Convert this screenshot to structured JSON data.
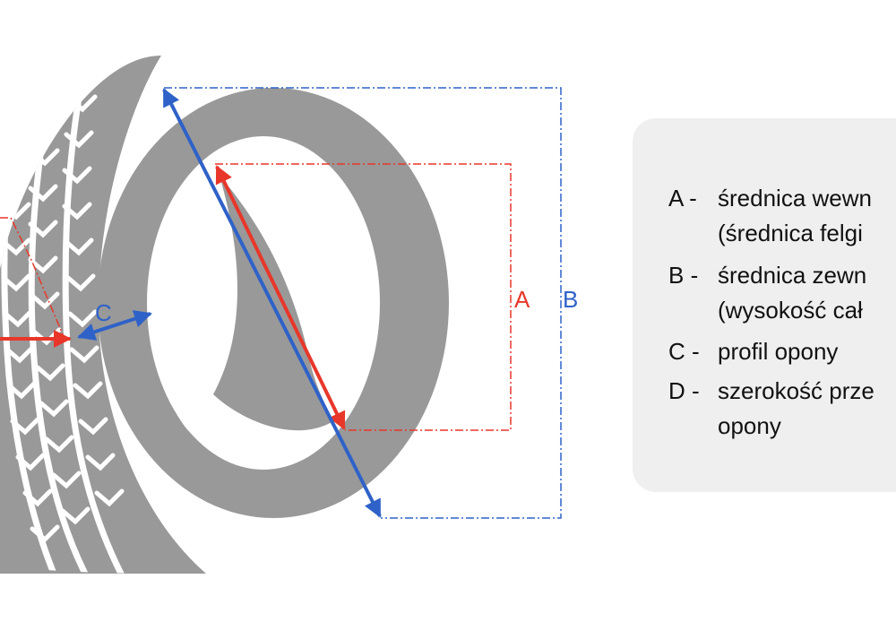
{
  "diagram": {
    "labels": {
      "A": "A",
      "B": "B",
      "C": "C"
    },
    "colors": {
      "tire": "#999999",
      "tread_groove": "#ffffff",
      "red": "#e8372a",
      "blue": "#2f62c8",
      "legend_bg": "#efefef"
    }
  },
  "legend": {
    "items": [
      {
        "key": "A -",
        "lines": [
          "średnica wewn",
          "(średnica felgi"
        ]
      },
      {
        "key": "B -",
        "lines": [
          "średnica zewn",
          "(wysokość cał"
        ]
      },
      {
        "key": "C -",
        "lines": [
          "profil opony"
        ]
      },
      {
        "key": "D -",
        "lines": [
          "szerokość prze",
          "opony"
        ]
      }
    ]
  }
}
